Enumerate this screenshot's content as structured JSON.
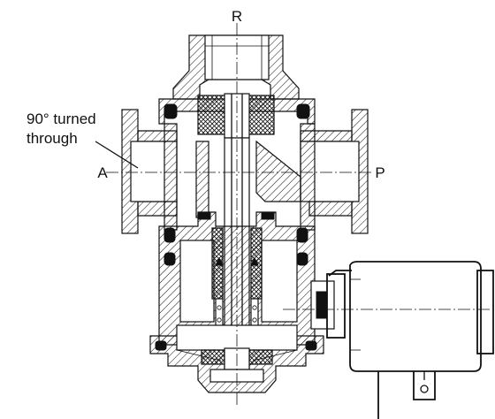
{
  "labels": {
    "r": "R",
    "a": "A",
    "p": "P",
    "note_line1": "90° turned",
    "note_line2": "through"
  }
}
